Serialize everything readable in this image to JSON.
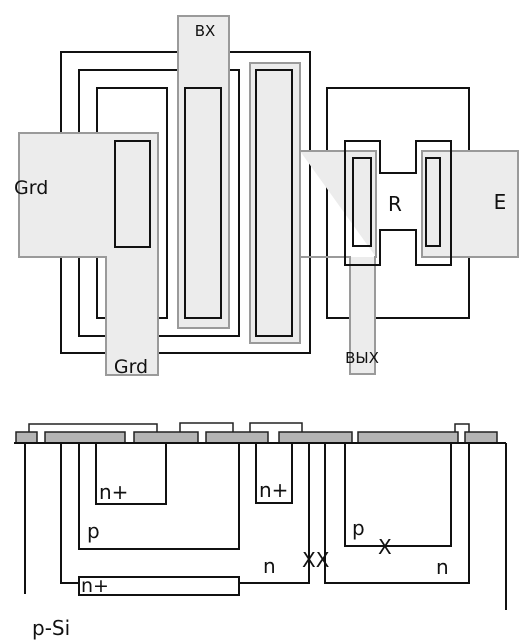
{
  "top_view": {
    "input_label": "ВХ",
    "output_label": "ВЫХ",
    "grd_left_label": "Grd",
    "grd_bottom_label": "Grd",
    "resistor_label": "R",
    "emitter_label": "E"
  },
  "cross_section": {
    "n_plus_1": "n+",
    "n_plus_2": "n+",
    "n_plus_buried": "n+",
    "p_region_1": "p",
    "p_region_2": "p",
    "n_region_1": "n",
    "n_region_2": "n",
    "substrate": "p-Si",
    "isolation_marks": "XX",
    "cross_mark": "X"
  }
}
